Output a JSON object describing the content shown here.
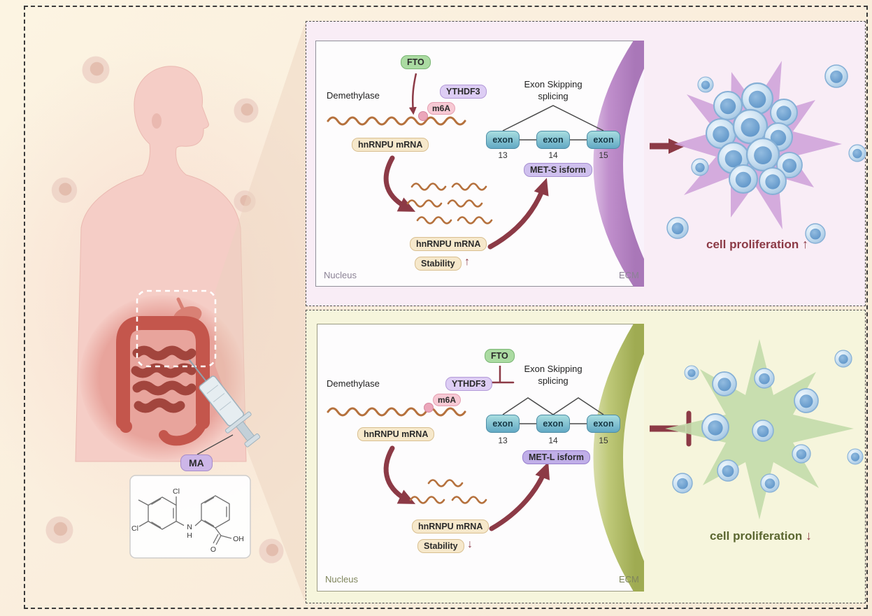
{
  "colors": {
    "maroon_accent": "#8c3a46",
    "top_membrane_purple": "#b87ec6",
    "bottom_membrane_green": "#b5c178",
    "exon_teal": "#6fb9cb",
    "cell_blue": "#6f9fd0",
    "fto_green": "#abdba2",
    "ythdf3_purple": "#ddcdf4",
    "m6a_pink": "#f7c9d4",
    "mrna_tan": "#b5713d"
  },
  "left": {
    "ma": "MA",
    "chem": {
      "cl_top": "Cl",
      "cl_bottom": "Cl",
      "n": "N",
      "h": "H",
      "o": "O",
      "oh": "OH"
    }
  },
  "top": {
    "fto": "FTO",
    "demethylase": "Demethylase",
    "ythdf3": "YTHDF3",
    "m6a": "m6A",
    "mrna1": "hnRNPU mRNA",
    "mrna2": "hnRNPU mRNA",
    "stability": "Stability",
    "up": "↑",
    "skip1": "Exon Skipping",
    "skip2": "splicing",
    "exons": [
      {
        "label": "exon",
        "num": "13"
      },
      {
        "label": "exon",
        "num": "14"
      },
      {
        "label": "exon",
        "num": "15"
      }
    ],
    "isoform": "MET-S isform",
    "nucleus": "Nucleus",
    "ecm": "ECM",
    "prolif": "cell proliferation"
  },
  "bottom": {
    "fto": "FTO",
    "demethylase": "Demethylase",
    "ythdf3": "YTHDF3",
    "m6a": "m6A",
    "mrna1": "hnRNPU mRNA",
    "mrna2": "hnRNPU mRNA",
    "stability": "Stability",
    "down": "↓",
    "skip1": "Exon Skipping",
    "skip2": "splicing",
    "exons": [
      {
        "label": "exon",
        "num": "13"
      },
      {
        "label": "exon",
        "num": "14"
      },
      {
        "label": "exon",
        "num": "15"
      }
    ],
    "isoform": "MET-L isform",
    "nucleus": "Nucleus",
    "ecm": "ECM",
    "prolif": "cell proliferation"
  }
}
